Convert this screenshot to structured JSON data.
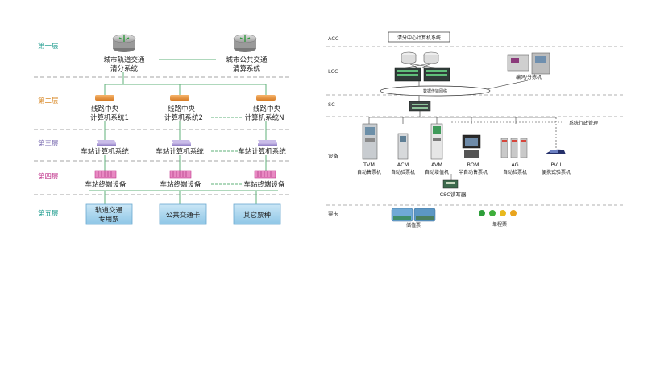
{
  "left": {
    "levels": [
      "第一层",
      "第二层",
      "第三层",
      "第四层",
      "第五层"
    ],
    "level_colors": [
      "#1a9a8c",
      "#d98b2b",
      "#7a6bb0",
      "#c0358c",
      "#1a9a8c"
    ],
    "l1": {
      "left_line1": "城市轨道交通",
      "left_line2": "清分系统",
      "right_line1": "城市公共交通",
      "right_line2": "清算系统"
    },
    "l2": [
      {
        "line1": "线路中央",
        "line2": "计算机系统1"
      },
      {
        "line1": "线路中央",
        "line2": "计算机系统2"
      },
      {
        "line1": "线路中央",
        "line2": "计算机系统N"
      }
    ],
    "l3": [
      "车站计算机系统",
      "车站计算机系统",
      "车站计算机系统"
    ],
    "l4": [
      "车站终端设备",
      "车站终端设备",
      "车站终端设备"
    ],
    "l5": [
      {
        "line1": "轨道交通",
        "line2": "专用票"
      },
      {
        "line1": "公共交通卡",
        "line2": ""
      },
      {
        "line1": "其它票种",
        "line2": ""
      }
    ]
  },
  "right": {
    "levels": [
      "ACC",
      "LCC",
      "SC",
      "设备",
      "票卡"
    ],
    "acc_box": "清分中心计算机系统",
    "lcc_label": "编码/分拣机",
    "network_label": "数据传输网络",
    "ops_label": "系统行政管理",
    "devices": [
      {
        "code": "TVM",
        "name": "自动售票机"
      },
      {
        "code": "ACM",
        "name": "自动验票机"
      },
      {
        "code": "AVM",
        "name": "自动增值机"
      },
      {
        "code": "BOM",
        "name": "半自动售票机"
      },
      {
        "code": "AG",
        "name": "自动检票机"
      },
      {
        "code": "PVU",
        "name": "便携式验票机"
      }
    ],
    "csc_label": "CSC读写器",
    "ticket_stored": "储值票",
    "ticket_single": "单程票",
    "token_colors": [
      "#2e9e3a",
      "#3fae3a",
      "#e8b91e",
      "#e8a41e"
    ]
  }
}
